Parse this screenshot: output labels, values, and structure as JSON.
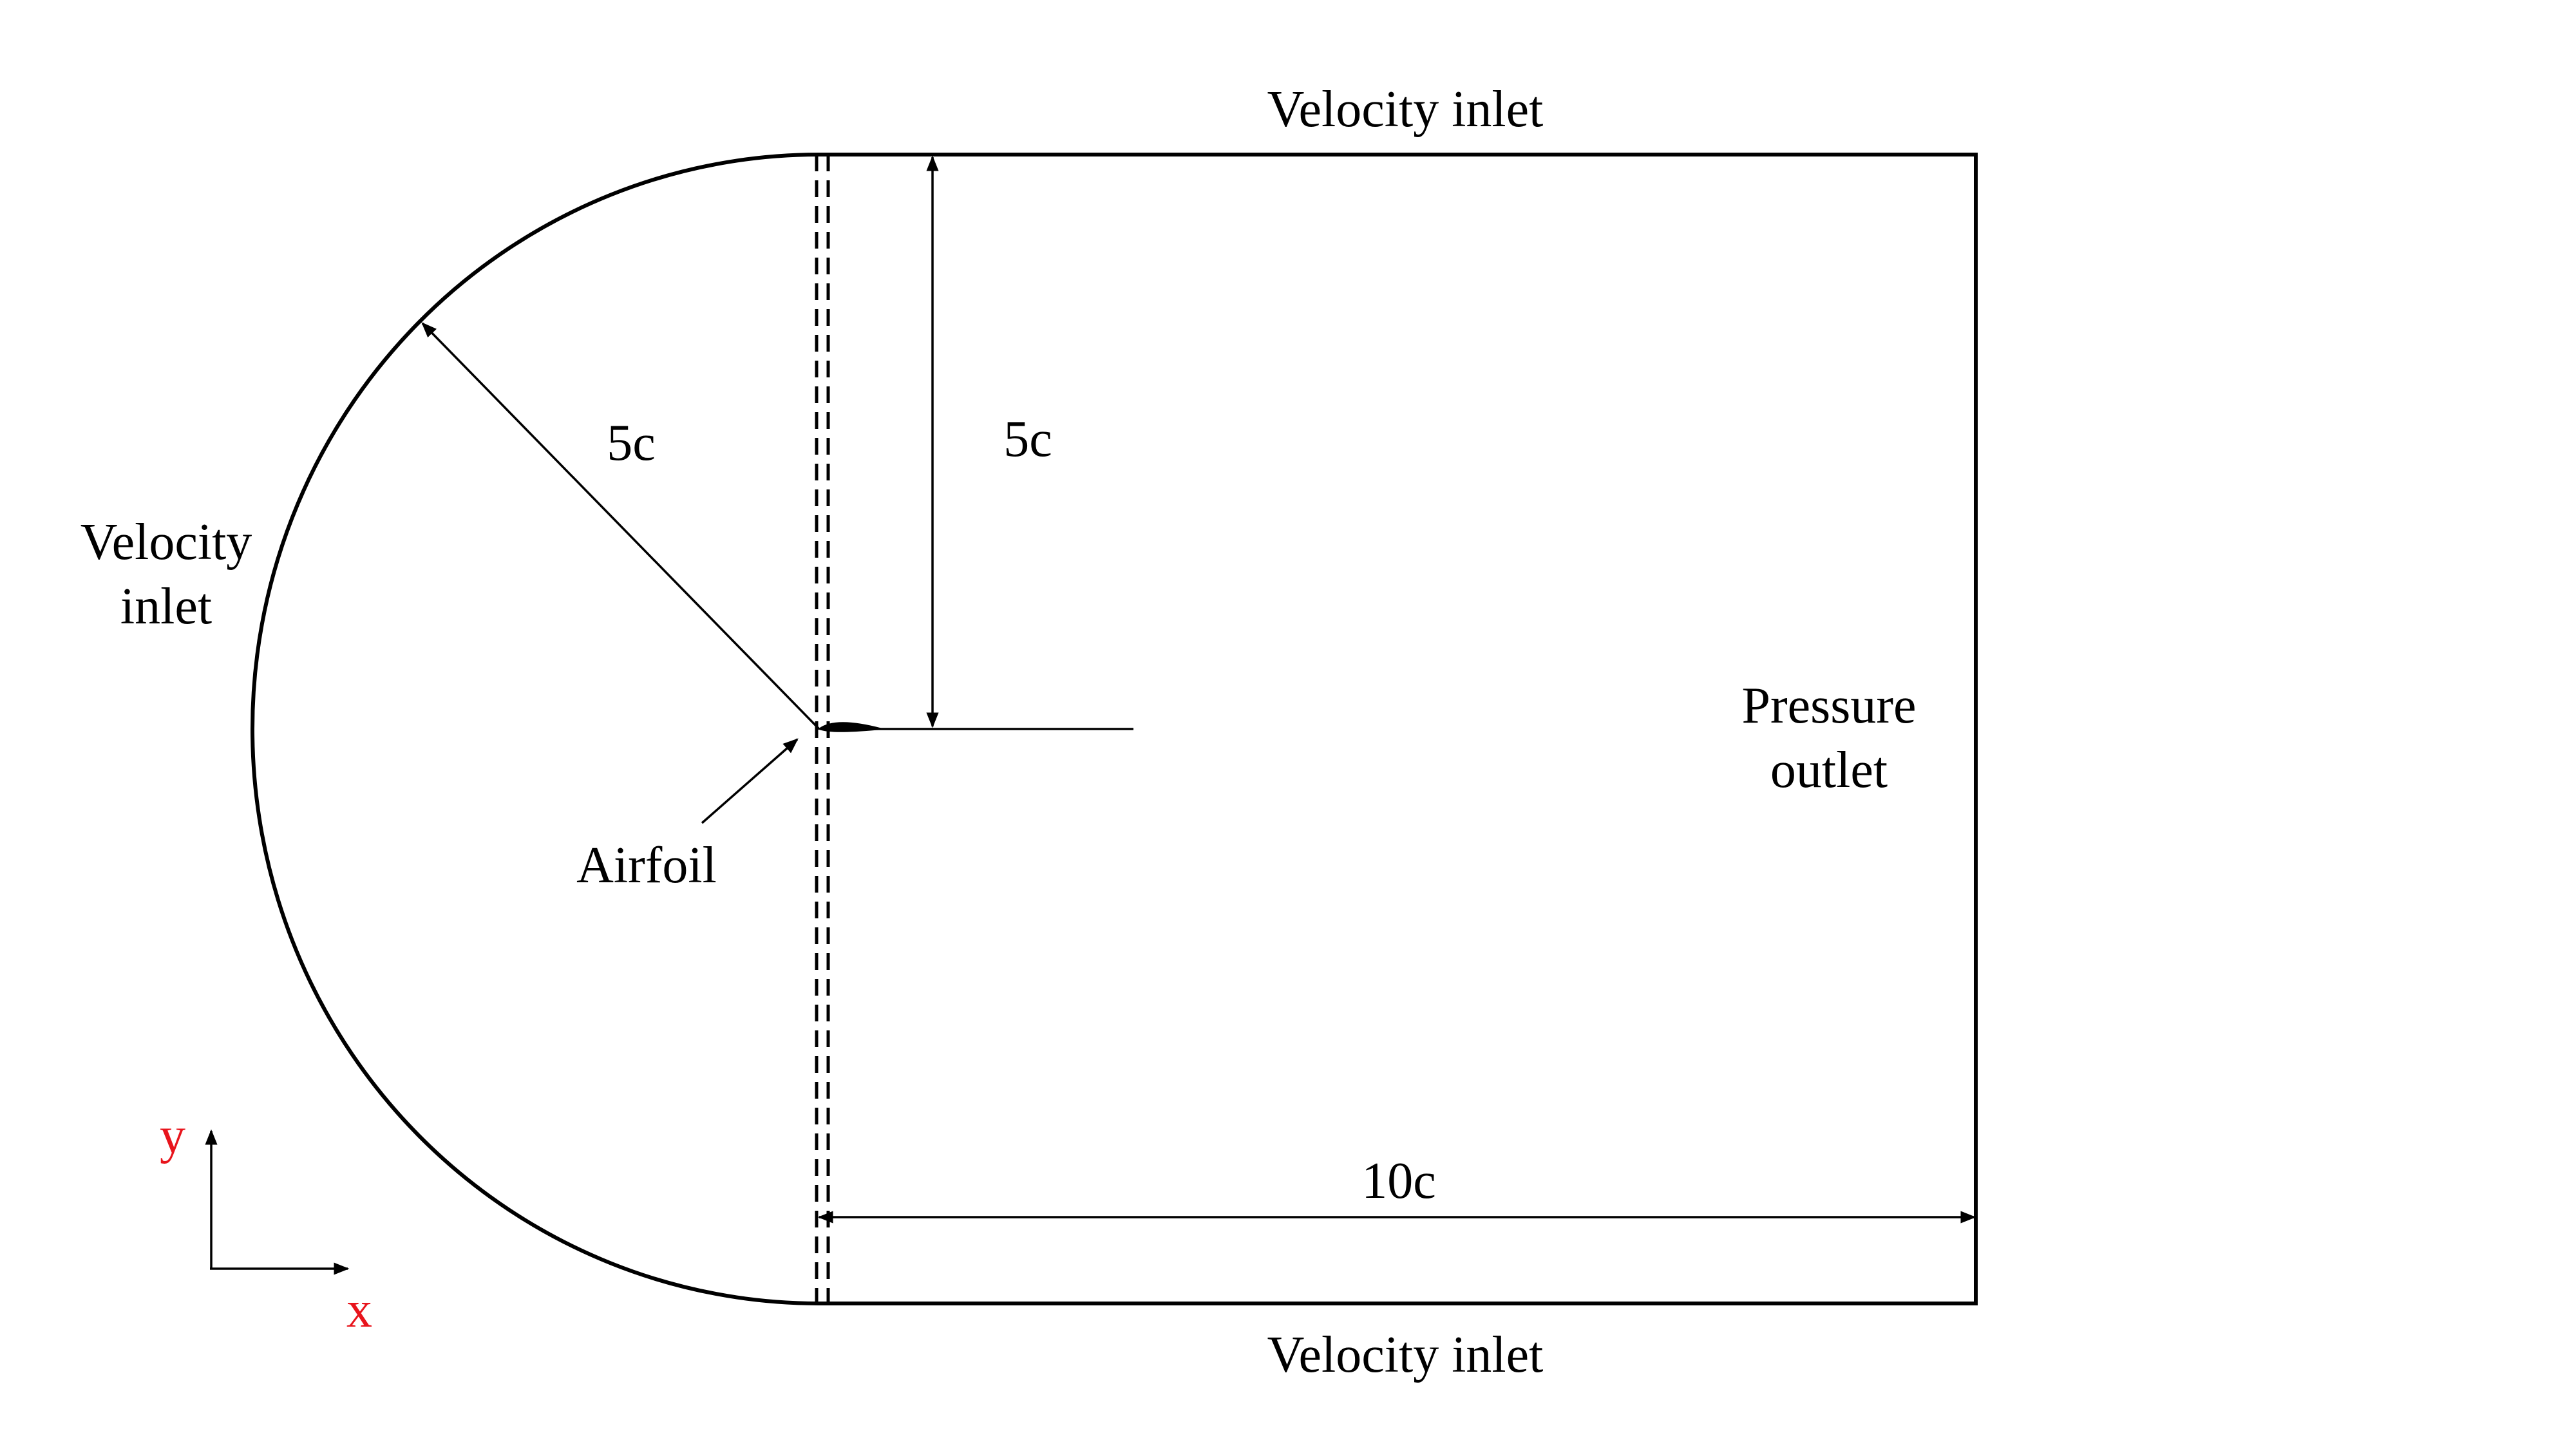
{
  "labels": {
    "top_boundary": "Velocity inlet",
    "bottom_boundary": "Velocity inlet",
    "left_boundary_line1": "Velocity",
    "left_boundary_line2": "inlet",
    "right_boundary_line1": "Pressure",
    "right_boundary_line2": "outlet",
    "radius_dimension": "5c",
    "height_dimension": "5c",
    "length_dimension": "10c",
    "airfoil": "Airfoil",
    "axis_x": "x",
    "axis_y": "y"
  },
  "colors": {
    "lines": "#000000",
    "axis_labels": "#e8141c"
  }
}
